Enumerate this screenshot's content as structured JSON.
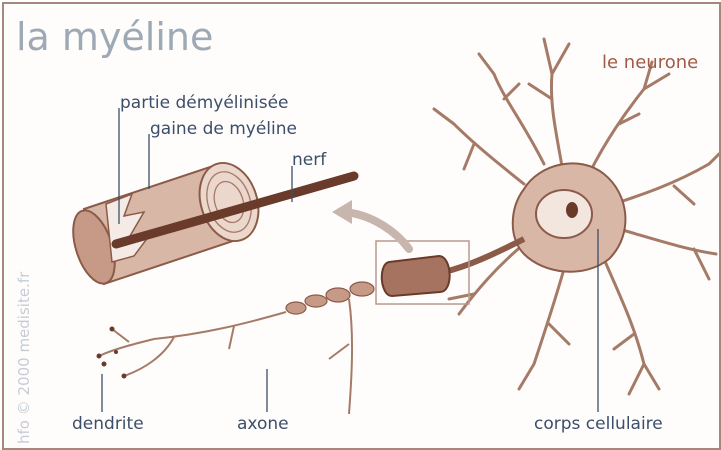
{
  "title": "la myéline",
  "neuron_label": "le neurone",
  "credit": "hfo © 2000 medisite.fr",
  "labels": {
    "demyelinated": "partie démyélinisée",
    "sheath": "gaine de myéline",
    "nerve": "nerf",
    "dendrite": "dendrite",
    "axon": "axone",
    "cell_body": "corps cellulaire"
  },
  "colors": {
    "tissue_fill": "#d9b7a7",
    "tissue_stroke": "#8c5a48",
    "nerve_core": "#6a3a2a",
    "leader_line": "#3b4f6a",
    "frame": "#a9867a"
  }
}
